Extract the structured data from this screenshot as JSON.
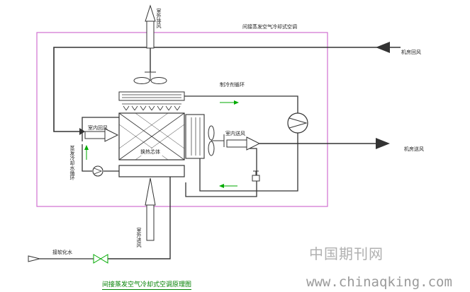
{
  "diagram": {
    "title": "间接蒸发空气冷却式空调",
    "caption": "间接蒸发空气冷却式空调原理图",
    "labels": {
      "outdoor_exhaust": "室外排风",
      "room_return_air_right": "机房回风",
      "refrigerant_cycle": "制冷剂循环",
      "indoor_return_air": "室内回风",
      "indoor_supply_air": "室内送风",
      "room_supply_air_right": "机房送风",
      "evap_water_cycle": "蒸发冷却水循环",
      "heat_exchange_core": "换热芯体",
      "outdoor_intake": "室外进风",
      "softened_water_in": "接软化水"
    },
    "colors": {
      "box": "#d070d0",
      "line": "#333333",
      "flow_arrow": "#00aa00",
      "caption": "#008000"
    }
  },
  "watermark": {
    "cn": "中国期刊网",
    "url": "www.chinaqking.com"
  }
}
